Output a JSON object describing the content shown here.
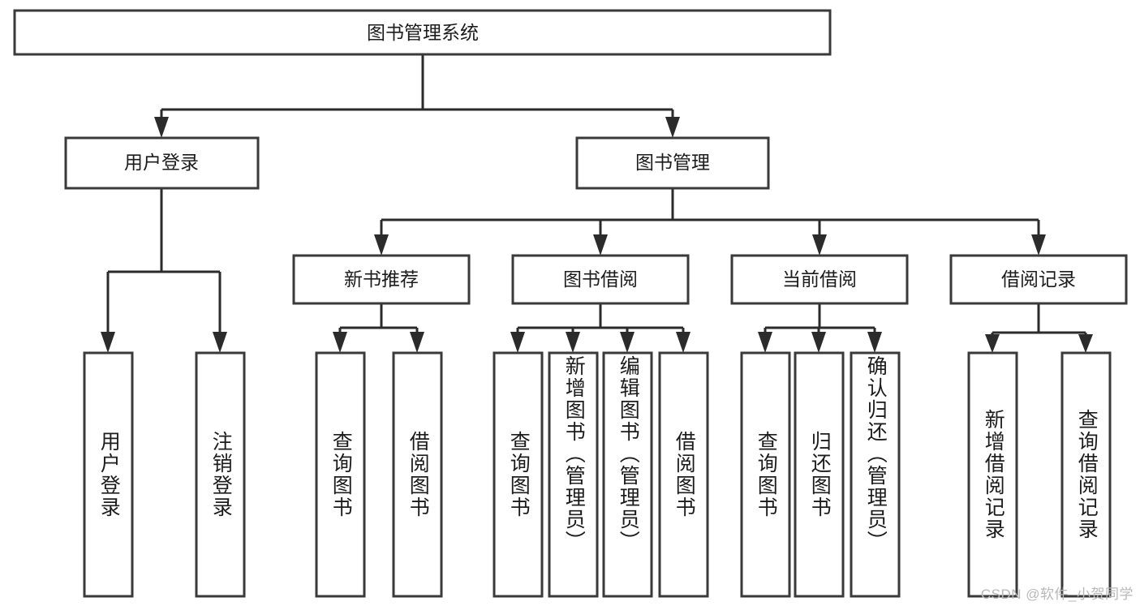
{
  "diagram": {
    "title": "图书管理系统",
    "type": "hierarchy-tree",
    "root": {
      "id": "root",
      "label": "图书管理系统",
      "level": 0
    },
    "level1": [
      {
        "id": "user-login",
        "label": "用户登录",
        "level": 1
      },
      {
        "id": "book-management",
        "label": "图书管理",
        "level": 1
      }
    ],
    "level2": [
      {
        "id": "new-book-recommend",
        "label": "新书推荐",
        "level": 2,
        "parent": "book-management"
      },
      {
        "id": "book-borrow",
        "label": "图书借阅",
        "level": 2,
        "parent": "book-management"
      },
      {
        "id": "current-borrow",
        "label": "当前借阅",
        "level": 2,
        "parent": "book-management"
      },
      {
        "id": "borrow-record",
        "label": "借阅记录",
        "level": 2,
        "parent": "book-management"
      }
    ],
    "leaves": [
      {
        "id": "leaf-user-login",
        "label": "用户登录",
        "parent": "user-login"
      },
      {
        "id": "leaf-logout-login",
        "label": "注销登录",
        "parent": "user-login"
      },
      {
        "id": "leaf-query-book-1",
        "label": "查询图书",
        "parent": "new-book-recommend"
      },
      {
        "id": "leaf-borrow-book-1",
        "label": "借阅图书",
        "parent": "new-book-recommend"
      },
      {
        "id": "leaf-query-book-2",
        "label": "查询图书",
        "parent": "book-borrow"
      },
      {
        "id": "leaf-add-book",
        "label": "新增图书（管理员）",
        "parent": "book-borrow"
      },
      {
        "id": "leaf-edit-book",
        "label": "编辑图书（管理员）",
        "parent": "book-borrow"
      },
      {
        "id": "leaf-borrow-book-2",
        "label": "借阅图书",
        "parent": "book-borrow"
      },
      {
        "id": "leaf-query-book-3",
        "label": "查询图书",
        "parent": "current-borrow"
      },
      {
        "id": "leaf-return-book",
        "label": "归还图书",
        "parent": "current-borrow"
      },
      {
        "id": "leaf-confirm-return",
        "label": "确认归还（管理员）",
        "parent": "current-borrow"
      },
      {
        "id": "leaf-add-record",
        "label": "新增借阅记录",
        "parent": "borrow-record"
      },
      {
        "id": "leaf-query-record",
        "label": "查询借阅记录",
        "parent": "borrow-record"
      }
    ],
    "colors": {
      "box_stroke": "#3a3a3a",
      "connector": "#2b2b2b",
      "text": "#1c1c1c",
      "background": "#ffffff",
      "watermark": "#b8b8b8"
    }
  },
  "watermark": {
    "text": "CSDN @软件_小贺同学"
  }
}
